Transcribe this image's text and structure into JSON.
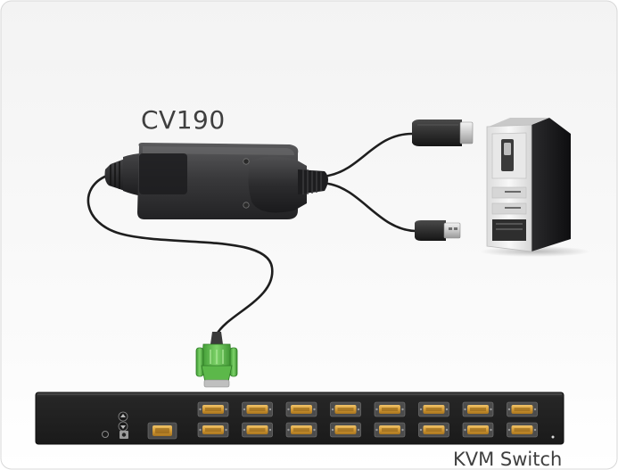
{
  "labels": {
    "adapter": "CV190",
    "switch": "KVM Switch"
  },
  "switch_ports": {
    "rows": 2,
    "columns": 8
  },
  "colors": {
    "background_top": "#f2f2f2",
    "background_bottom": "#ffffff",
    "adapter_body": "#3c3c3e",
    "cable": "#1e1e1e",
    "vga_connector": "#4fae3f",
    "switch_body": "#2a2a2a",
    "port_gold": "#d9a441",
    "pc_case": "#ececec"
  }
}
